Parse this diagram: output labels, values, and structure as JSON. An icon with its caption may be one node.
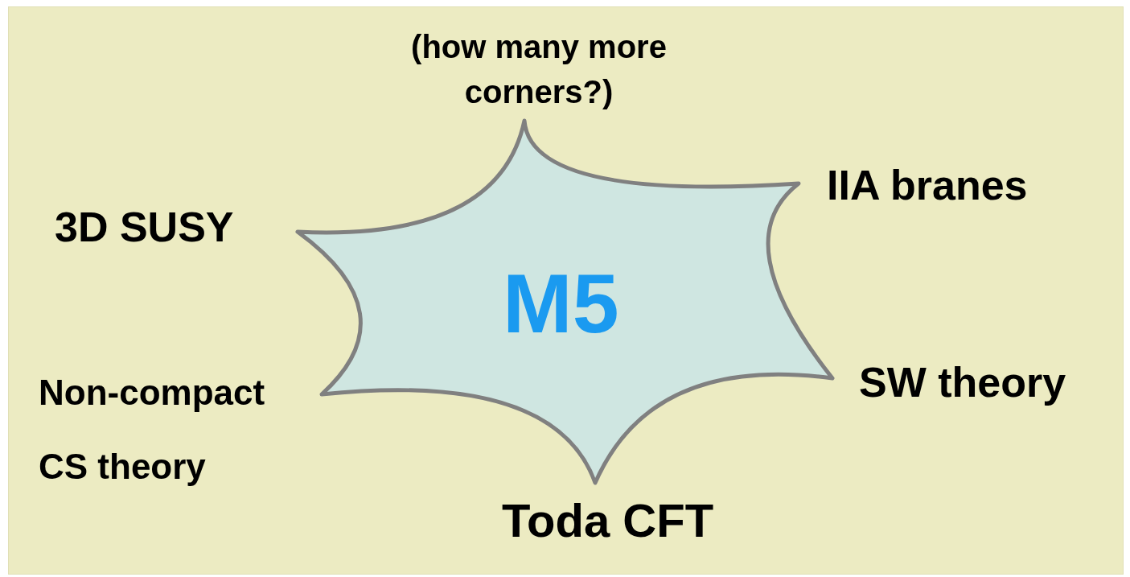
{
  "diagram": {
    "nodes": [
      {
        "text": [
          "M5"
        ]
      }
    ],
    "labels": [
      "(how many more corners?)",
      "IIA branes",
      "3D SUSY",
      "Non-compact CS theory",
      "SW theory",
      "Toda CFT"
    ]
  }
}
